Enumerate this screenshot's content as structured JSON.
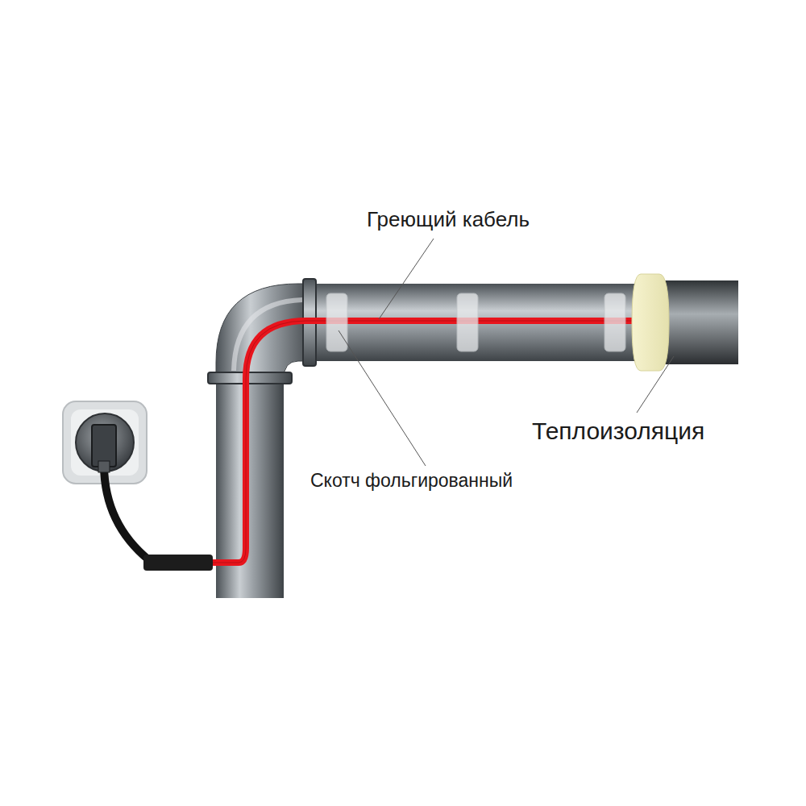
{
  "diagram": {
    "labels": [
      "Греющий кабель",
      "Скотч фольгированный",
      "Теплоизоляция"
    ]
  }
}
